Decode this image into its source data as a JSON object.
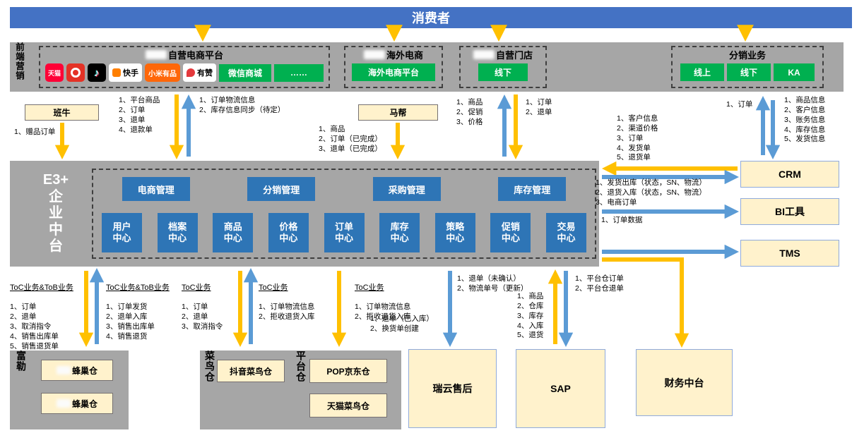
{
  "colors": {
    "banner_blue": "#4472C4",
    "panel_gray": "#A6A6A6",
    "module_blue": "#2E75B6",
    "box_yellow": "#FFF2CC",
    "button_green": "#00B050",
    "arrow_yellow": "#FFC000",
    "arrow_blue": "#5B9BD5"
  },
  "banner": {
    "title": "消费者"
  },
  "frontend": {
    "side_label": "前端营销",
    "own_ecommerce": {
      "title": "自营电商平台",
      "icons": [
        {
          "name": "tmall-icon",
          "label": "天猫"
        },
        {
          "name": "red-app-icon",
          "label": ""
        },
        {
          "name": "douyin-icon",
          "label": "♪"
        },
        {
          "name": "kuaishou-icon",
          "label": "快手"
        },
        {
          "name": "xiaomi-youpin-icon",
          "label": "小米有品"
        },
        {
          "name": "youzan-icon",
          "label": "有赞"
        }
      ],
      "buttons": [
        "微信商城",
        "……"
      ]
    },
    "overseas": {
      "title": "海外电商",
      "button": "海外电商平台"
    },
    "own_store": {
      "title": "自营门店",
      "button": "线下"
    },
    "distribution": {
      "title": "分销业务",
      "buttons": [
        "线上",
        "线下",
        "KA"
      ]
    }
  },
  "middle": {
    "banniu": "班牛",
    "banniu_note": "1、赠品订单",
    "own_ec_down": "1、平台商品\n2、订单\n3、退单\n4、退款单",
    "own_ec_up": "1、订单物流信息\n2、库存信息同步（待定）",
    "mabang": "马帮",
    "mabang_note": "1、商品\n2、订单（已完成）\n3、退单（已完成）",
    "store_down": "1、商品\n2、促销\n3、价格",
    "store_up": "1、订单\n2、退单",
    "dist_note": "1、订单",
    "crm_up_note": "1、商品信息\n2、客户信息\n3、账务信息\n4、库存信息\n5、发货信息",
    "crm_in_note": "1、客户信息\n2、渠道价格\n3、订单\n4、发货单\n5、退货单",
    "crm_out_note": "1、发货出库（状态，SN、物流）\n2、退货入库（状态，SN、物流）\n3、电商订单",
    "bi_note": "1、订单数据"
  },
  "e3": {
    "side_label": "E3+\n企\n业\n中\n台",
    "top_modules": [
      "电商管理",
      "分销管理",
      "采购管理",
      "库存管理"
    ],
    "centers": [
      "用户中心",
      "档案中心",
      "商品中心",
      "价格中心",
      "订单中心",
      "库存中心",
      "策略中心",
      "促销中心",
      "交易中心"
    ]
  },
  "right_boxes": {
    "crm": "CRM",
    "bi": "BI工具",
    "tms": "TMS"
  },
  "bottom": {
    "col1_title": "ToC业务&ToB业务",
    "col1_body": "1、订单\n2、退单\n3、取消指令\n4、销售出库单\n5、销售退货单",
    "col2_title": "ToC业务&ToB业务",
    "col2_body": "1、订单发货\n2、退单入库\n3、销售出库单\n4、销售退货",
    "col3_title": "ToC业务",
    "col3_body": "1、订单\n2、退单\n3、取消指令",
    "col4_title": "ToC业务",
    "col4_body": "1、订单物流信息\n2、拒收退货入库",
    "col5_title": "ToC业务",
    "col5_body": "1、订单物流信息\n2、拒收退货入库",
    "return_note": "1、退单（已入库）\n2、换货单创建",
    "ruiyun_note": "1、退单（未确认）\n2、物流单号（更新）",
    "sap_left_note": "1、商品\n2、仓库\n3、库存\n4、入库\n5、退货",
    "sap_right_note": "1、平台仓订单\n2、平台仓退单"
  },
  "warehouses": {
    "fule": {
      "label": "富勒",
      "boxes": [
        "蜂巢仓",
        "蜂巢仓"
      ]
    },
    "cainiao": {
      "label": "菜鸟仓",
      "boxes": [
        "抖音菜鸟仓"
      ]
    },
    "platform": {
      "label": "平台仓",
      "boxes": [
        "POP京东仓",
        "天猫菜鸟仓"
      ]
    }
  },
  "bottom_boxes": {
    "ruiyun": "瑞云售后",
    "sap": "SAP",
    "finance": "财务中台"
  }
}
